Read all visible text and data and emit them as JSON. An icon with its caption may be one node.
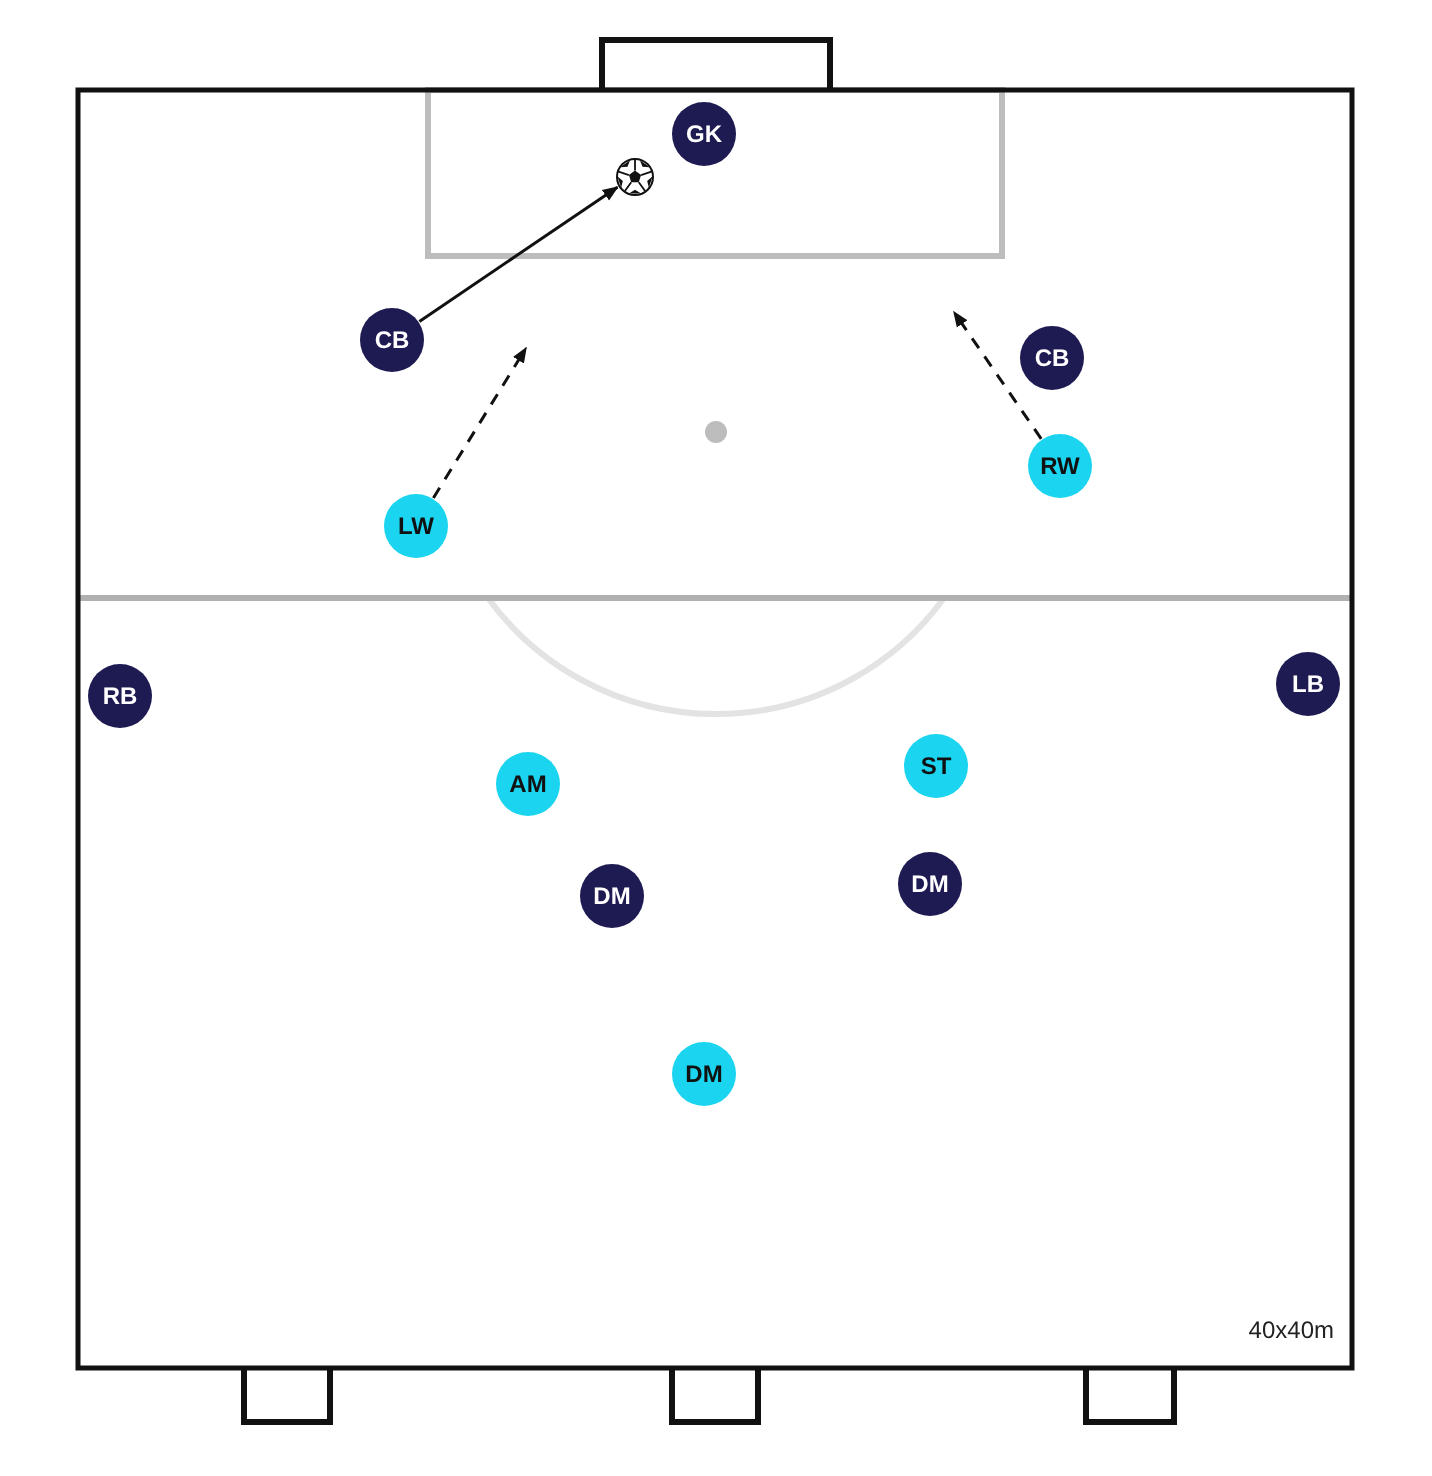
{
  "diagram": {
    "nodes": [
      {
        "text": [
          "GK"
        ]
      },
      {
        "text": [],
        "shape": "picture"
      },
      {
        "text": [
          "CB"
        ]
      },
      {
        "text": [
          "CB"
        ]
      },
      {
        "text": [
          "RW"
        ]
      },
      {
        "text": [
          "LW"
        ]
      },
      {
        "text": [
          "RB"
        ]
      },
      {
        "text": [
          "LB"
        ]
      },
      {
        "text": [
          "AM"
        ]
      },
      {
        "text": [
          "ST"
        ]
      },
      {
        "text": [
          "DM"
        ]
      },
      {
        "text": [
          "DM"
        ]
      },
      {
        "text": [
          "DM"
        ]
      }
    ],
    "edges": [
      {
        "from": 2,
        "to": 1,
        "arrow": "to"
      },
      {
        "from": 5,
        "to": null,
        "arrow": "to",
        "style": "dashed"
      },
      {
        "from": 4,
        "to": null,
        "arrow": "to",
        "style": "dashed"
      }
    ],
    "labels": [
      "40x40m"
    ]
  }
}
